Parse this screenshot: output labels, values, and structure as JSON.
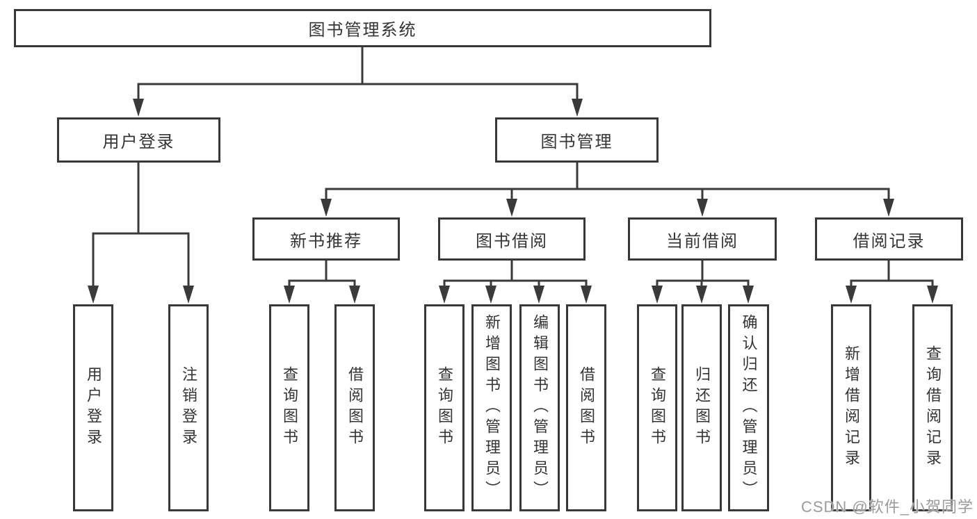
{
  "tree": {
    "root": "图书管理系统",
    "branches": [
      {
        "label": "用户登录",
        "children": [
          "用户登录",
          "注销登录"
        ]
      },
      {
        "label": "图书管理",
        "sections": [
          {
            "label": "新书推荐",
            "children": [
              "查询图书",
              "借阅图书"
            ]
          },
          {
            "label": "图书借阅",
            "children": [
              "查询图书",
              "新增图书（管理员）",
              "编辑图书（管理员）",
              "借阅图书"
            ]
          },
          {
            "label": "当前借阅",
            "children": [
              "查询图书",
              "归还图书",
              "确认归还（管理员）"
            ]
          },
          {
            "label": "借阅记录",
            "children": [
              "新增借阅记录",
              "查询借阅记录"
            ]
          }
        ]
      }
    ]
  },
  "watermark": {
    "text": "CSDN @软件_小贺同学"
  },
  "colors": {
    "background": "#ffffff",
    "box_border": "#383838",
    "connector_line": "#3a3a3a",
    "text": "#343434",
    "watermark_text": "#9b9b9b"
  }
}
